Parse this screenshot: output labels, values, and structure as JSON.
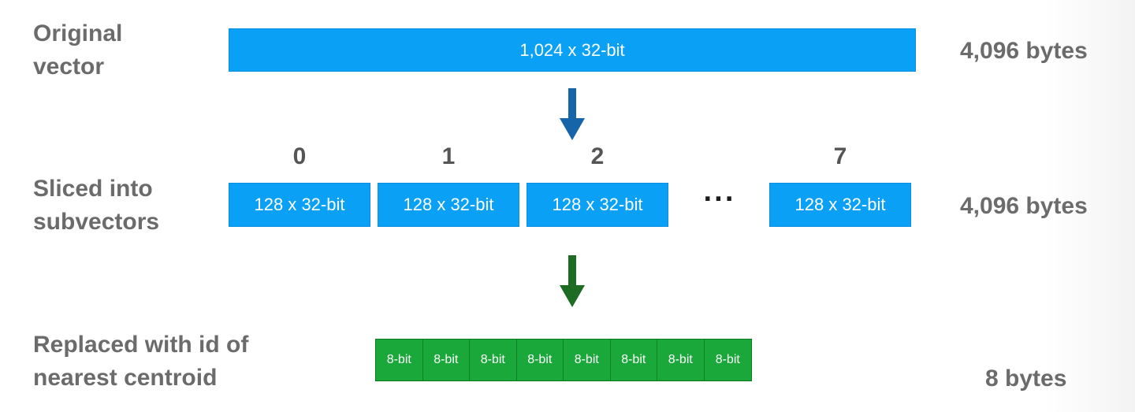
{
  "rows": {
    "original": {
      "label_line1": "Original",
      "label_line2": "vector",
      "box": "1,024 x 32-bit",
      "size": "4,096 bytes"
    },
    "sliced": {
      "label_line1": "Sliced into",
      "label_line2": "subvectors",
      "size": "4,096 bytes",
      "indices": [
        "0",
        "1",
        "2",
        "7"
      ],
      "boxes": [
        "128 x 32-bit",
        "128 x 32-bit",
        "128 x 32-bit",
        "128 x 32-bit"
      ],
      "ellipsis": "···"
    },
    "replaced": {
      "label_line1": "Replaced with id of",
      "label_line2": "nearest centroid",
      "size": "8 bytes",
      "codes": [
        "8-bit",
        "8-bit",
        "8-bit",
        "8-bit",
        "8-bit",
        "8-bit",
        "8-bit",
        "8-bit"
      ]
    }
  },
  "colors": {
    "blue": "#0aa0f6",
    "green": "#1aa83a",
    "arrow_blue": "#1565a8",
    "arrow_green": "#1e6b23",
    "label": "#6b6b6b"
  },
  "icons": {
    "arrow1": "down-arrow-icon",
    "arrow2": "down-arrow-icon"
  }
}
